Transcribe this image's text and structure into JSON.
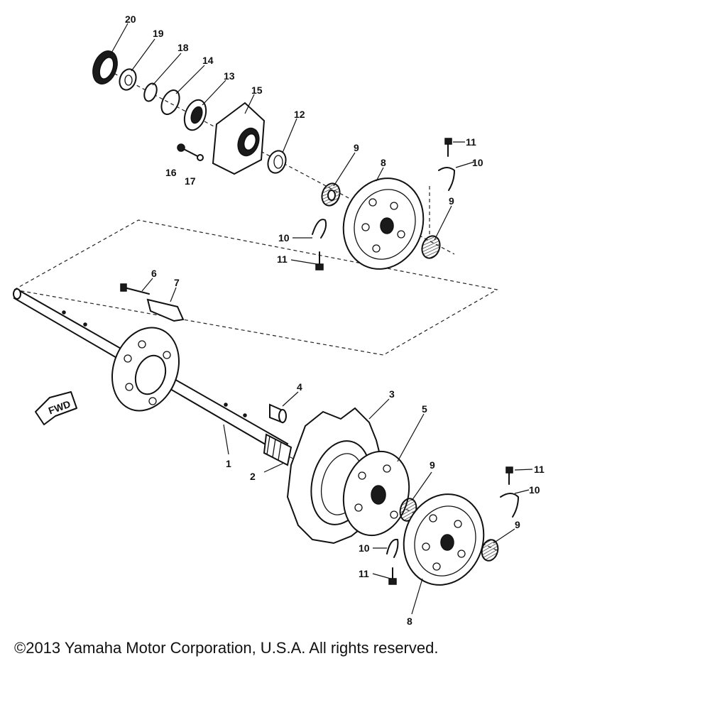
{
  "diagram": {
    "callouts": [
      {
        "id": "1",
        "label": "1"
      },
      {
        "id": "2",
        "label": "2"
      },
      {
        "id": "3",
        "label": "3"
      },
      {
        "id": "4",
        "label": "4"
      },
      {
        "id": "5",
        "label": "5"
      },
      {
        "id": "6",
        "label": "6"
      },
      {
        "id": "7",
        "label": "7"
      },
      {
        "id": "8a",
        "label": "8"
      },
      {
        "id": "8b",
        "label": "8"
      },
      {
        "id": "9a",
        "label": "9"
      },
      {
        "id": "9b",
        "label": "9"
      },
      {
        "id": "9c",
        "label": "9"
      },
      {
        "id": "9d",
        "label": "9"
      },
      {
        "id": "10a",
        "label": "10"
      },
      {
        "id": "10b",
        "label": "10"
      },
      {
        "id": "10c",
        "label": "10"
      },
      {
        "id": "10d",
        "label": "10"
      },
      {
        "id": "11a",
        "label": "11"
      },
      {
        "id": "11b",
        "label": "11"
      },
      {
        "id": "11c",
        "label": "11"
      },
      {
        "id": "11d",
        "label": "11"
      },
      {
        "id": "12",
        "label": "12"
      },
      {
        "id": "13",
        "label": "13"
      },
      {
        "id": "14",
        "label": "14"
      },
      {
        "id": "15",
        "label": "15"
      },
      {
        "id": "16",
        "label": "16"
      },
      {
        "id": "17",
        "label": "17"
      },
      {
        "id": "18",
        "label": "18"
      },
      {
        "id": "19",
        "label": "19"
      },
      {
        "id": "20",
        "label": "20"
      }
    ],
    "fwd_label": "FWD"
  },
  "footer": {
    "copyright": "©2013 Yamaha Motor Corporation, U.S.A. All rights reserved."
  }
}
